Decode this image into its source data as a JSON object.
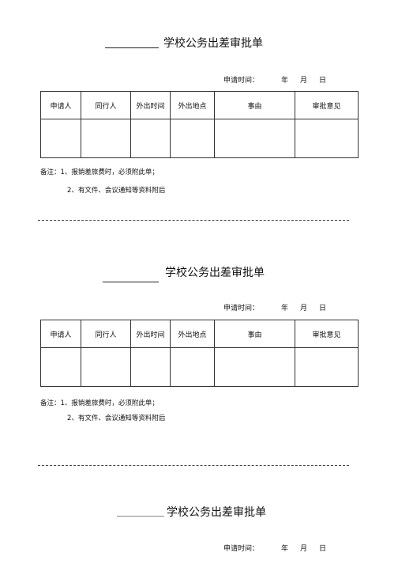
{
  "form": {
    "title": "学校公务出差审批单",
    "date_label": "申请时间：",
    "year": "年",
    "month": "月",
    "day": "日",
    "columns": [
      "申请人",
      "同行人",
      "外出时间",
      "外出地点",
      "事由",
      "审批意见"
    ],
    "note1": "备注：1、报销差旅费时，必须附此单；",
    "note2": "2、有文件、会议通知等资料附后"
  }
}
